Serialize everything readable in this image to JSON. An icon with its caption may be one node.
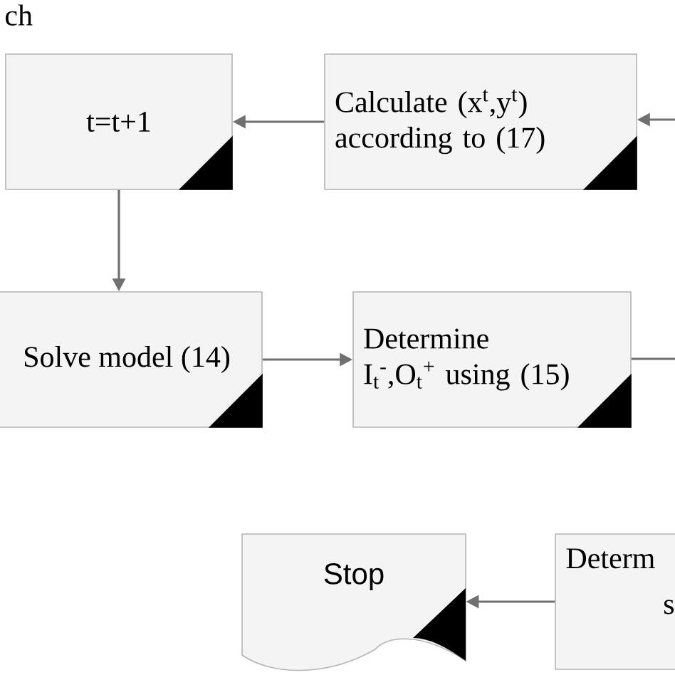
{
  "diagram": {
    "nodes": [
      {
        "text": [
          "t=t+1"
        ]
      },
      {
        "text": [
          "Calculate (x$^{t}$,y$^{t}$) according to (17)"
        ]
      },
      {
        "text": [
          "Solve model (14)"
        ]
      },
      {
        "text": [
          "Determine",
          "I$_{t}$$^{-}$,O$_{t}$$^{+}$ using (15)"
        ]
      },
      {
        "text": [
          "Stop"
        ]
      },
      {
        "text": [
          "Determ",
          "s"
        ]
      }
    ],
    "edges": [
      {
        "from": 1,
        "to": 0,
        "arrow": "to"
      },
      {
        "from": null,
        "to": 1,
        "arrow": "to"
      },
      {
        "from": 0,
        "to": 2,
        "arrow": "to"
      },
      {
        "from": 2,
        "to": 3,
        "arrow": "to"
      },
      {
        "from": 3,
        "to": null,
        "arrow": "none"
      },
      {
        "from": 5,
        "to": 4,
        "arrow": "to"
      }
    ],
    "labels": [
      "ch"
    ]
  }
}
